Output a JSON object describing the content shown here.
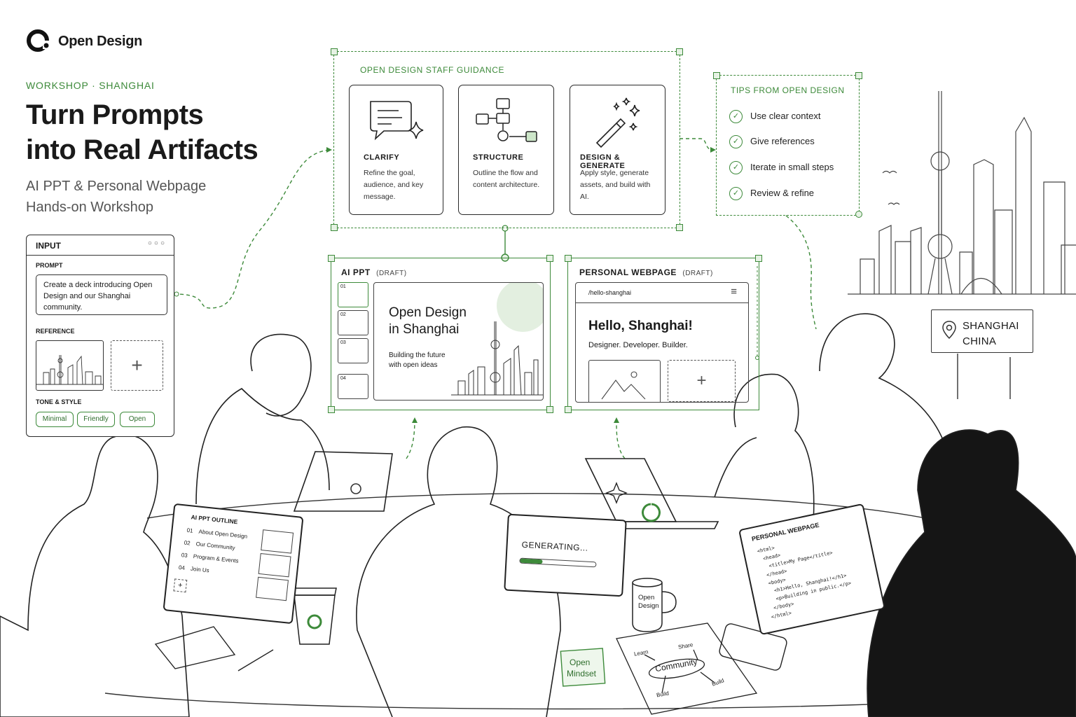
{
  "brand": {
    "name": "Open Design"
  },
  "hero": {
    "eyebrow": "WORKSHOP · SHANGHAI",
    "title_line1": "Turn Prompts",
    "title_line2": "into Real Artifacts",
    "subtitle_line1": "AI PPT & Personal Webpage",
    "subtitle_line2": "Hands-on Workshop"
  },
  "input_panel": {
    "title": "INPUT",
    "prompt_label": "PROMPT",
    "prompt_text": "Create a deck introducing Open Design and our Shanghai community.",
    "reference_label": "REFERENCE",
    "tone_label": "TONE & STYLE",
    "tones": [
      "Minimal",
      "Friendly",
      "Open"
    ]
  },
  "guidance": {
    "heading": "OPEN DESIGN STAFF GUIDANCE",
    "cards": [
      {
        "title": "CLARIFY",
        "text": "Refine the goal, audience, and key message.",
        "icon": "chat-bubble-sparkle-icon"
      },
      {
        "title": "STRUCTURE",
        "text": "Outline the flow and content architecture.",
        "icon": "flowchart-icon"
      },
      {
        "title": "DESIGN & GENERATE",
        "text": "Apply style, generate assets, and build with AI.",
        "icon": "magic-wand-icon"
      }
    ]
  },
  "tips": {
    "heading": "TIPS FROM OPEN DESIGN",
    "items": [
      "Use clear context",
      "Give references",
      "Iterate in small steps",
      "Review & refine"
    ]
  },
  "ai_ppt": {
    "title": "AI PPT",
    "status": "(DRAFT)",
    "thumb_numbers": [
      "01",
      "02",
      "03",
      "04"
    ],
    "slide_title_line1": "Open Design",
    "slide_title_line2": "in Shanghai",
    "slide_sub_line1": "Building the future",
    "slide_sub_line2": "with open ideas"
  },
  "webpage": {
    "title": "PERSONAL WEBPAGE",
    "status": "(DRAFT)",
    "url": "/hello-shanghai",
    "heading": "Hello, Shanghai!",
    "tagline": "Designer. Developer. Builder."
  },
  "location_sign": {
    "line1": "SHANGHAI",
    "line2": "CHINA"
  },
  "laptop_outline": {
    "title": "AI PPT OUTLINE",
    "items": [
      {
        "num": "01",
        "label": "About Open Design"
      },
      {
        "num": "02",
        "label": "Our Community"
      },
      {
        "num": "03",
        "label": "Program & Events"
      },
      {
        "num": "04",
        "label": "Join Us"
      }
    ]
  },
  "laptop_generating": {
    "text": "GENERATING...",
    "progress": 0.3
  },
  "laptop_code": {
    "title": "PERSONAL WEBPAGE",
    "lines": [
      "<html>",
      "<head>",
      "<title>My Page</title>",
      "</head>",
      "<body>",
      "<h1>Hello, Shanghai!</h1>",
      "<p>Building in public.</p>",
      "</body>",
      "</html>"
    ]
  },
  "mug_text": {
    "line1": "Open",
    "line2": "Design"
  },
  "sticky_note": {
    "line1": "Open",
    "line2": "Mindset"
  },
  "mindmap": {
    "center": "Community",
    "nodes": [
      "Learn",
      "Share",
      "Build",
      "Build"
    ]
  },
  "colors": {
    "accent": "#3d8a3a",
    "ink": "#1a1a1a"
  }
}
